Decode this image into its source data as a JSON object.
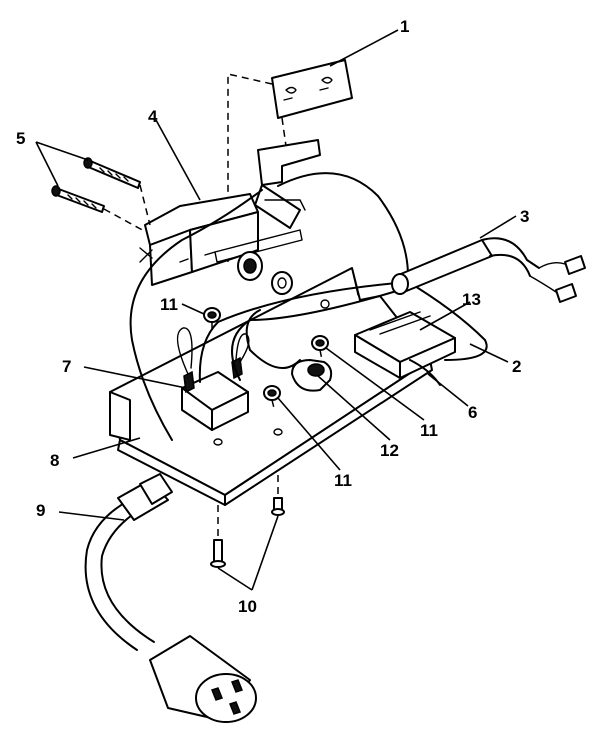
{
  "callouts": [
    {
      "id": "c1",
      "text": "1"
    },
    {
      "id": "c2",
      "text": "2"
    },
    {
      "id": "c3",
      "text": "3"
    },
    {
      "id": "c4",
      "text": "4"
    },
    {
      "id": "c5",
      "text": "5"
    },
    {
      "id": "c6",
      "text": "6"
    },
    {
      "id": "c7",
      "text": "7"
    },
    {
      "id": "c8",
      "text": "8"
    },
    {
      "id": "c9",
      "text": "9"
    },
    {
      "id": "c10",
      "text": "10"
    },
    {
      "id": "c11a",
      "text": "11"
    },
    {
      "id": "c11b",
      "text": "11"
    },
    {
      "id": "c11c",
      "text": "11"
    },
    {
      "id": "c12",
      "text": "12"
    },
    {
      "id": "c13",
      "text": "13"
    }
  ]
}
